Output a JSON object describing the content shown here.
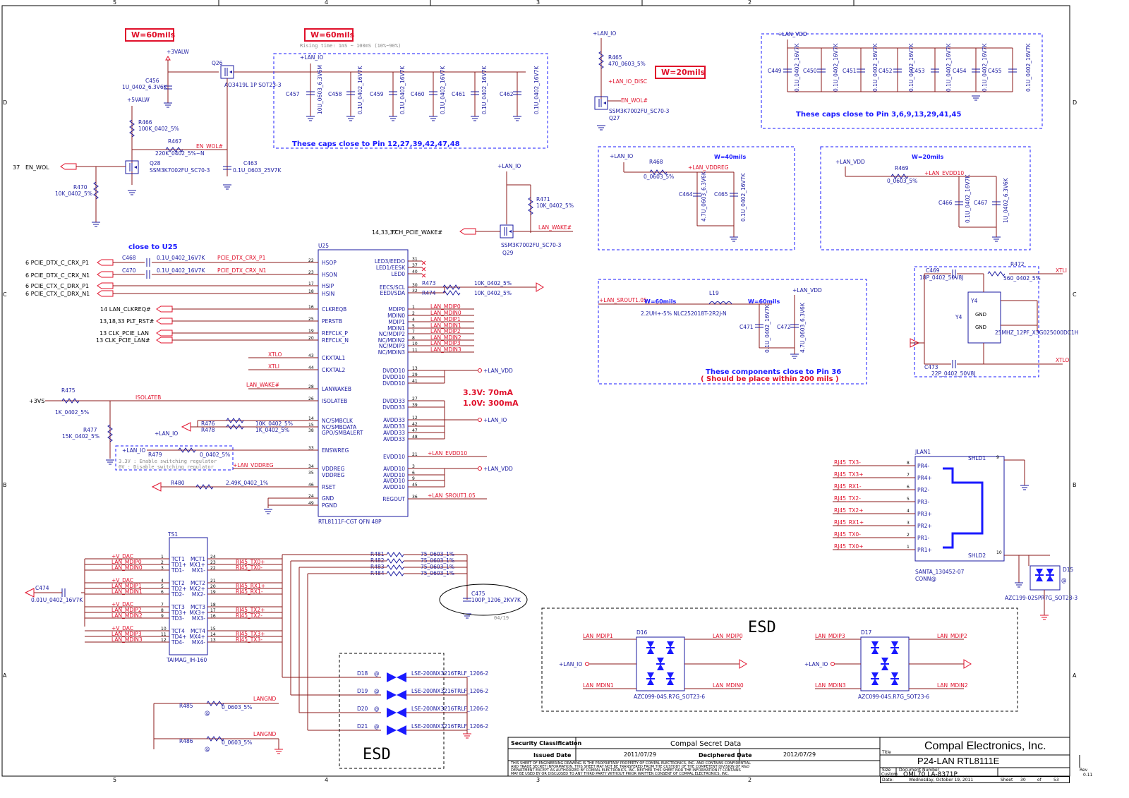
{
  "page": {
    "border_top": [
      "5",
      "4",
      "3",
      "2"
    ],
    "border_side": [
      "D",
      "C",
      "B",
      "A"
    ]
  },
  "widths": {
    "w60a": "W=60mils",
    "w60b": "W=60mils",
    "w20": "W=20mils",
    "w40": "W=40mils",
    "w20b": "W=20mils",
    "w60c": "W=60mils",
    "w60d": "W=60mils"
  },
  "rising": "Rising time: 1mS ~ 100mS (10%~90%)",
  "nets": {
    "v3valw": "+3VALW",
    "v5valw": "+5VALW",
    "lan_io": "+LAN_IO",
    "lan_vdd": "+LAN_VDD",
    "lan_io_disc": "+LAN_IO_DISC",
    "en_wol_n": "EN_WOL#",
    "en_wol": "EN_WOL",
    "en_wol_num": "37",
    "fch_wake": "FCH_PCIE_WAKE#",
    "fch_wake_num": "14,33,37",
    "lan_wake": "LAN_WAKE#",
    "lan_vddreg": "+LAN_VDDREG",
    "lan_evdd10": "+LAN_EVDD10",
    "lan_srout": "+LAN_SROUT1.05",
    "xtli": "XTLI",
    "xtlo": "XTLO",
    "v3vs": "+3VS",
    "isolateb": "ISOLATEB",
    "langnd": "LANGND"
  },
  "parts": {
    "q26": "Q26",
    "q26_val": "AO3419L 1P SOT23-3",
    "c456": "C456",
    "c456_val": "1U_0402_6.3V6K",
    "r466": "R466",
    "r466_val": "100K_0402_5%",
    "r467": "R467",
    "r467_val": "220K_0402_5%~N",
    "q28": "Q28",
    "q28_val": "SSM3K7002FU_SC70-3",
    "r470": "R470",
    "r470_val": "10K_0402_5%",
    "c463": "C463",
    "c463_val": "0.1U_0603_25V7K",
    "c457": "C457",
    "c458": "C458",
    "c459": "C459",
    "c460": "C460",
    "c461": "C461",
    "c462": "C462",
    "cap_big": "10U_0603_6.3V6M",
    "cap_small": "0.1U_0402_16V7K",
    "r465": "R465",
    "r465_val": "470_0603_5%",
    "q27": "Q27",
    "q27_val": "SSM3K7002FU_SC70-3",
    "c449": "C449",
    "c450": "C450",
    "c451": "C451",
    "c452": "C452",
    "c453": "C453",
    "c454": "C454",
    "c455": "C455",
    "r471": "R471",
    "r471_val": "10K_0402_5%",
    "q29": "Q29",
    "q29_val": "SSM3K7002FU_SC70-3",
    "r468": "R468",
    "r468_val": "0_0603_5%",
    "c464": "C464",
    "c464_val": "4.7U_0603_6.3V6K",
    "c465": "C465",
    "c465_val": "0.1U_0402_16V7K",
    "r469": "R469",
    "r469_val": "0_0603_5%",
    "c466": "C466",
    "c466_val": "0.1U_0402_16V7K",
    "c467": "C467",
    "c467_val": "1U_0402_6.3V6K",
    "c468": "C468",
    "c468_val": "0.1U_0402_16V7K",
    "c470": "C470",
    "c470_val": "0.1U_0402_16V7K",
    "r472": "R472",
    "r472_val": "560_0402_5%",
    "c469": "C469",
    "c469_val": "18P_0402_50V8J",
    "c473": "C473",
    "c473_val": "22P_0402_50V8J",
    "y4": "Y4",
    "y4_val": "25MHZ_12PF_X3G025000DC1H",
    "l19": "L19",
    "l19_val": "2.2UH+-5% NLC252018T-2R2J-N",
    "c471": "C471",
    "c471_val": "0.1U_0402_16V7K",
    "c472": "C472",
    "c472_val": "4.7U_0603_6.3V6K",
    "r473": "R473",
    "r474": "R474",
    "r473_val": "10K_0402_5%",
    "r474_val": "10K_0402_5%",
    "r475": "R475",
    "r475_val": "1K_0402_5%",
    "r477": "R477",
    "r477_val": "15K_0402_5%",
    "r476": "R476",
    "r476_val": "10K_0402_5%",
    "r478": "R478",
    "r478_val": "1K_0402_5%",
    "r479": "R479",
    "r479_val": "0_0402_5%",
    "r480": "R480",
    "r480_val": "2.49K_0402_1%",
    "ts1": "TS1",
    "ts1_val": "TAIMAG_IH-160",
    "c474": "C474",
    "c474_val": "0.01U_0402_16V7K",
    "r481": "R481",
    "r482": "R482",
    "r483": "R483",
    "r484": "R484",
    "r48x_val": "75_0603_1%",
    "c475": "C475",
    "c475_val": "100P_1206_2KV7K",
    "c475_note": "04/19",
    "d18": "D18",
    "d19": "D19",
    "d20": "D20",
    "d21": "D21",
    "dlse_val": "LSE-200NX3216TRLF_1206-2",
    "r485": "R485",
    "r486": "R486",
    "r48x0_val": "0_0603_5%",
    "d16": "D16",
    "d17": "D17",
    "d1617_val": "AZC099-04S.R7G_SOT23-6",
    "d15": "D15",
    "d15_val": "AZC199-02SPR7G_SOT23-3",
    "jlan1": "JLAN1",
    "jlan1_val": "SANTA_130452-07",
    "jlan1_conn": "CONN@",
    "u25": "U25",
    "u25_val": "RTL8111F-CGT QFN 48P"
  },
  "notes": {
    "caps_12": "These caps close to Pin 12,27,39,42,47,48",
    "caps_3": "These caps close to Pin 3,6,9,13,29,41,45",
    "close_u25": "close to U25",
    "pin36_a": "These components close to Pin 36",
    "pin36_b": "( Should be place within 200 mils )",
    "power_a": "3.3V: 70mA",
    "power_b": "1.0V: 300mA",
    "reg_a": "3.3V : Enable switching regulator",
    "reg_b": "0V : Disable switching regulator",
    "esd": "ESD"
  },
  "pcie": {
    "rx_p": "6 PCIE_DTX_C_CRX_P1",
    "rx_n": "6 PCIE_DTX_C_CRX_N1",
    "tx_p": "6 PCIE_CTX_C_DRX_P1",
    "tx_n": "6 PCIE_CTX_C_DRX_N1",
    "clkreq": "14 LAN_CLKREQ#",
    "plt": "13,18,33 PLT_RST#",
    "clk_p": "13 CLK_PCIE_LAN",
    "clk_n": "13 CLK_PCIE_LAN#",
    "net_rx_p": "PCIE_DTX_CRX_P1",
    "net_rx_n": "PCIE_DTX_CRX_N1"
  },
  "u25_left": [
    {
      "name": "HSOP",
      "pin": "22"
    },
    {
      "name": "HSON",
      "pin": "23"
    },
    {
      "name": "HSIP",
      "pin": "17"
    },
    {
      "name": "HSIN",
      "pin": "18"
    },
    {
      "name": "CLKREQB",
      "pin": "16"
    },
    {
      "name": "PERSTB",
      "pin": "25"
    },
    {
      "name": "REFCLK_P",
      "pin": "19"
    },
    {
      "name": "REFCLK_N",
      "pin": "20"
    },
    {
      "name": "CKXTAL1",
      "pin": "43"
    },
    {
      "name": "CKXTAL2",
      "pin": "44"
    },
    {
      "name": "LANWAKEB",
      "pin": "28"
    },
    {
      "name": "ISOLATEB",
      "pin": "26"
    },
    {
      "name": "NC/SMBCLK",
      "pin": "14"
    },
    {
      "name": "NC/SMBDATA",
      "pin": "15"
    },
    {
      "name": "GPO/SMBALERT",
      "pin": "38"
    },
    {
      "name": "ENSWREG",
      "pin": "33"
    },
    {
      "name": "VDDREG",
      "pin": "34"
    },
    {
      "name": "VDDREG",
      "pin": "35"
    },
    {
      "name": "RSET",
      "pin": "46"
    },
    {
      "name": "GND",
      "pin": "24"
    },
    {
      "name": "PGND",
      "pin": "49"
    }
  ],
  "u25_right": [
    {
      "name": "LED3/EEDO",
      "pin": "31"
    },
    {
      "name": "LED1/EESK",
      "pin": "37"
    },
    {
      "name": "LED0",
      "pin": "40"
    },
    {
      "name": "EECS/SCL",
      "pin": "30"
    },
    {
      "name": "EEDI/SDA",
      "pin": "32"
    },
    {
      "name": "MDIP0",
      "pin": "1"
    },
    {
      "name": "MDIN0",
      "pin": "2"
    },
    {
      "name": "MDIP1",
      "pin": "4"
    },
    {
      "name": "MDIN1",
      "pin": "5"
    },
    {
      "name": "NC/MDIP2",
      "pin": "7"
    },
    {
      "name": "NC/MDIN2",
      "pin": "8"
    },
    {
      "name": "NC/MDIP3",
      "pin": "10"
    },
    {
      "name": "NC/MDIN3",
      "pin": "11"
    },
    {
      "name": "DVDD10",
      "pin": "13"
    },
    {
      "name": "DVDD10",
      "pin": "29"
    },
    {
      "name": "DVDD10",
      "pin": "41"
    },
    {
      "name": "DVDD33",
      "pin": "27"
    },
    {
      "name": "DVDD33",
      "pin": "39"
    },
    {
      "name": "AVDD33",
      "pin": "12"
    },
    {
      "name": "AVDD33",
      "pin": "42"
    },
    {
      "name": "AVDD33",
      "pin": "47"
    },
    {
      "name": "AVDD33",
      "pin": "48"
    },
    {
      "name": "EVDD10",
      "pin": "21"
    },
    {
      "name": "AVDD10",
      "pin": "3"
    },
    {
      "name": "AVDD10",
      "pin": "6"
    },
    {
      "name": "AVDD10",
      "pin": "9"
    },
    {
      "name": "AVDD10",
      "pin": "45"
    },
    {
      "name": "REGOUT",
      "pin": "36"
    }
  ],
  "mdi_nets": [
    "LAN_MDIP0",
    "LAN_MDIN0",
    "LAN_MDIP1",
    "LAN_MDIN1",
    "LAN_MDIP2",
    "LAN_MDIN2",
    "LAN_MDIP3",
    "LAN_MDIN3"
  ],
  "ts1_left": [
    {
      "net": "+V_DAC",
      "pin": "1",
      "name": "TCT1"
    },
    {
      "net": "LAN_MDIP0",
      "pin": "2",
      "name": "TD1+"
    },
    {
      "net": "LAN_MDIN0",
      "pin": "3",
      "name": "TD1-"
    },
    {
      "net": "+V_DAC",
      "pin": "4",
      "name": "TCT2"
    },
    {
      "net": "LAN_MDIP1",
      "pin": "5",
      "name": "TD2+"
    },
    {
      "net": "LAN_MDIN1",
      "pin": "6",
      "name": "TD2-"
    },
    {
      "net": "+V_DAC",
      "pin": "7",
      "name": "TCT3"
    },
    {
      "net": "LAN_MDIP2",
      "pin": "8",
      "name": "TD3+"
    },
    {
      "net": "LAN_MDIN2",
      "pin": "9",
      "name": "TD3-"
    },
    {
      "net": "+V_DAC",
      "pin": "10",
      "name": "TCT4"
    },
    {
      "net": "LAN_MDIP3",
      "pin": "11",
      "name": "TD4+"
    },
    {
      "net": "LAN_MDIN3",
      "pin": "12",
      "name": "TD4-"
    }
  ],
  "ts1_right": [
    {
      "name": "MCT1",
      "pin": "24",
      "net": ""
    },
    {
      "name": "MX1+",
      "pin": "23",
      "net": "RJ45_TX0+"
    },
    {
      "name": "MX1-",
      "pin": "22",
      "net": "RJ45_TX0-"
    },
    {
      "name": "MCT2",
      "pin": "21",
      "net": ""
    },
    {
      "name": "MX2+",
      "pin": "20",
      "net": "RJ45_RX1+"
    },
    {
      "name": "MX2-",
      "pin": "19",
      "net": "RJ45_RX1-"
    },
    {
      "name": "MCT3",
      "pin": "18",
      "net": ""
    },
    {
      "name": "MX3+",
      "pin": "17",
      "net": "RJ45_TX2+"
    },
    {
      "name": "MX3-",
      "pin": "16",
      "net": "RJ45_TX2-"
    },
    {
      "name": "MCT4",
      "pin": "15",
      "net": ""
    },
    {
      "name": "MX4+",
      "pin": "14",
      "net": "RJ45_TX3+"
    },
    {
      "name": "MX4-",
      "pin": "13",
      "net": "RJ45_TX3-"
    }
  ],
  "jlan": [
    {
      "net": "RJ45_TX3-",
      "pin": "8",
      "name": "PR4-"
    },
    {
      "net": "RJ45_TX3+",
      "pin": "7",
      "name": "PR4+"
    },
    {
      "net": "RJ45_RX1-",
      "pin": "6",
      "name": "PR2-"
    },
    {
      "net": "RJ45_TX2-",
      "pin": "5",
      "name": "PR3-"
    },
    {
      "net": "RJ45_TX2+",
      "pin": "4",
      "name": "PR3+"
    },
    {
      "net": "RJ45_RX1+",
      "pin": "3",
      "name": "PR2+"
    },
    {
      "net": "RJ45_TX0-",
      "pin": "2",
      "name": "PR1-"
    },
    {
      "net": "RJ45_TX0+",
      "pin": "1",
      "name": "PR1+"
    }
  ],
  "jlan_shld": [
    {
      "name": "SHLD1",
      "pin": "9"
    },
    {
      "name": "SHLD2",
      "pin": "10"
    }
  ],
  "d16": {
    "top_l": "LAN_MDIP1",
    "top_r": "LAN_MDIP0",
    "bot_l": "LAN_MDIN1",
    "bot_r": "LAN_MDIN0",
    "vdd": "+LAN_IO"
  },
  "d17": {
    "top_l": "LAN_MDIP3",
    "top_r": "LAN_MDIP2",
    "bot_l": "LAN_MDIN3",
    "bot_r": "LAN_MDIN2",
    "vdd": "+LAN_IO"
  },
  "title_block": {
    "security": "Security Classification",
    "secret": "Compal Secret Data",
    "issued": "Issued Date",
    "issued_val": "2011/07/29",
    "deciphered": "Deciphered Date",
    "deciphered_val": "2012/07/29",
    "company": "Compal Electronics, Inc.",
    "title_lbl": "Title",
    "title": "P24-LAN RTL8111E",
    "size_lbl": "Size",
    "size": "Custom",
    "docnum_lbl": "Document Number",
    "docnum": "QML70 LA-8371P",
    "rev_lbl": "Rev",
    "rev": "0.11",
    "date_lbl": "Date:",
    "date": "Wednesday, October 19, 2011",
    "sheet_lbl": "Sheet",
    "sheet": "30",
    "of": "of",
    "sheets": "53",
    "disclaimer": [
      "THIS SHEET OF ENGINEERING DRAWING IS THE PROPRIETARY PROPERTY OF COMPAL ELECTRONICS, INC. AND CONTAINS CONFIDENTIAL",
      "AND TRADE SECRET INFORMATION. THIS SHEET MAY NOT BE TRANSFERED FROM THE CUSTODY OF THE COMPETENT DIVISION OF R&D",
      "DEPARTMENT EXCEPT AS AUTHORIZED BY COMPAL ELECTRONICS, INC. NEITHER THIS SHEET NOR THE INFORMATION IT CONTAINS",
      "MAY BE USED BY OR DISCLOSED TO ANY THIRD PARTY WITHOUT PRIOR WRITTEN CONSENT OF COMPAL ELECTRONICS, INC."
    ]
  },
  "colors": {
    "wire": "#8b1a1a",
    "blue": "#1a1aa0",
    "red": "#e0102a",
    "bus": "#1a1aff"
  }
}
